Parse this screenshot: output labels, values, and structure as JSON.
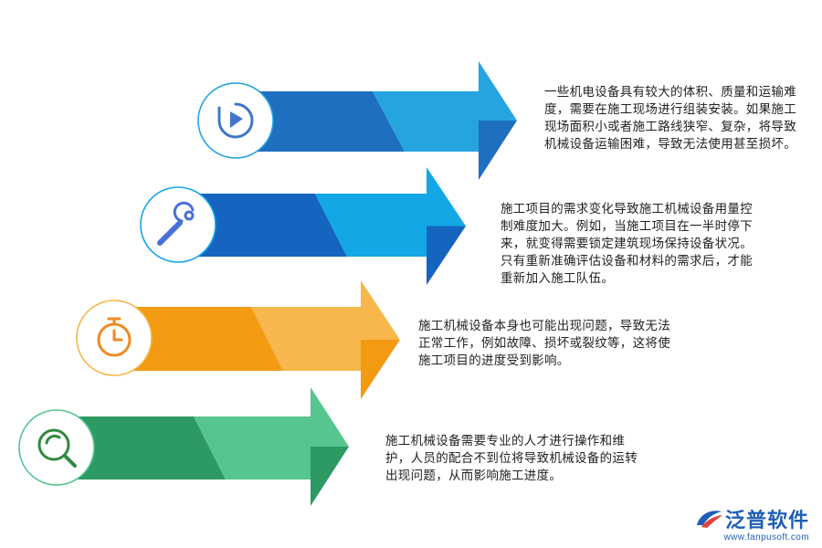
{
  "items": [
    {
      "icon": "pie-chart-icon",
      "text": "一些机电设备具有较大的体积、质量和运输难度，需要在施工现场进行组装安装。如果施工现场面积小或者施工路线狭窄、复杂，将导致机械设备运输困难，导致无法使用甚至损坏。",
      "colors": {
        "dark": "#1f6fc0",
        "light": "#25a4e0",
        "icon": "#3f76c9"
      }
    },
    {
      "icon": "wrench-icon",
      "text": "施工项目的需求变化导致施工机械设备用量控制难度加大。例如，当施工项目在一半时停下来，就变得需要锁定建筑现场保持设备状况。只有重新准确评估设备和材料的需求后，才能重新加入施工队伍。",
      "colors": {
        "dark": "#1565c0",
        "light": "#13a7e6",
        "icon": "#4a6fd6"
      }
    },
    {
      "icon": "stopwatch-icon",
      "text": "施工机械设备本身也可能出现问题，导致无法正常工作，例如故障、损坏或裂纹等，这将使施工项目的进度受到影响。",
      "colors": {
        "dark": "#f39a13",
        "light": "#f7b74c",
        "icon": "#ef8a23"
      }
    },
    {
      "icon": "search-icon",
      "text": "施工机械设备需要专业的人才进行操作和维护，人员的配合不到位将导致机械设备的运转出现问题，从而影响施工进度。",
      "colors": {
        "dark": "#2e9a63",
        "light": "#56c58e",
        "icon": "#2f8a3d"
      }
    }
  ],
  "logo": {
    "name": "泛普软件",
    "url": "www.fanpusoft.com"
  }
}
